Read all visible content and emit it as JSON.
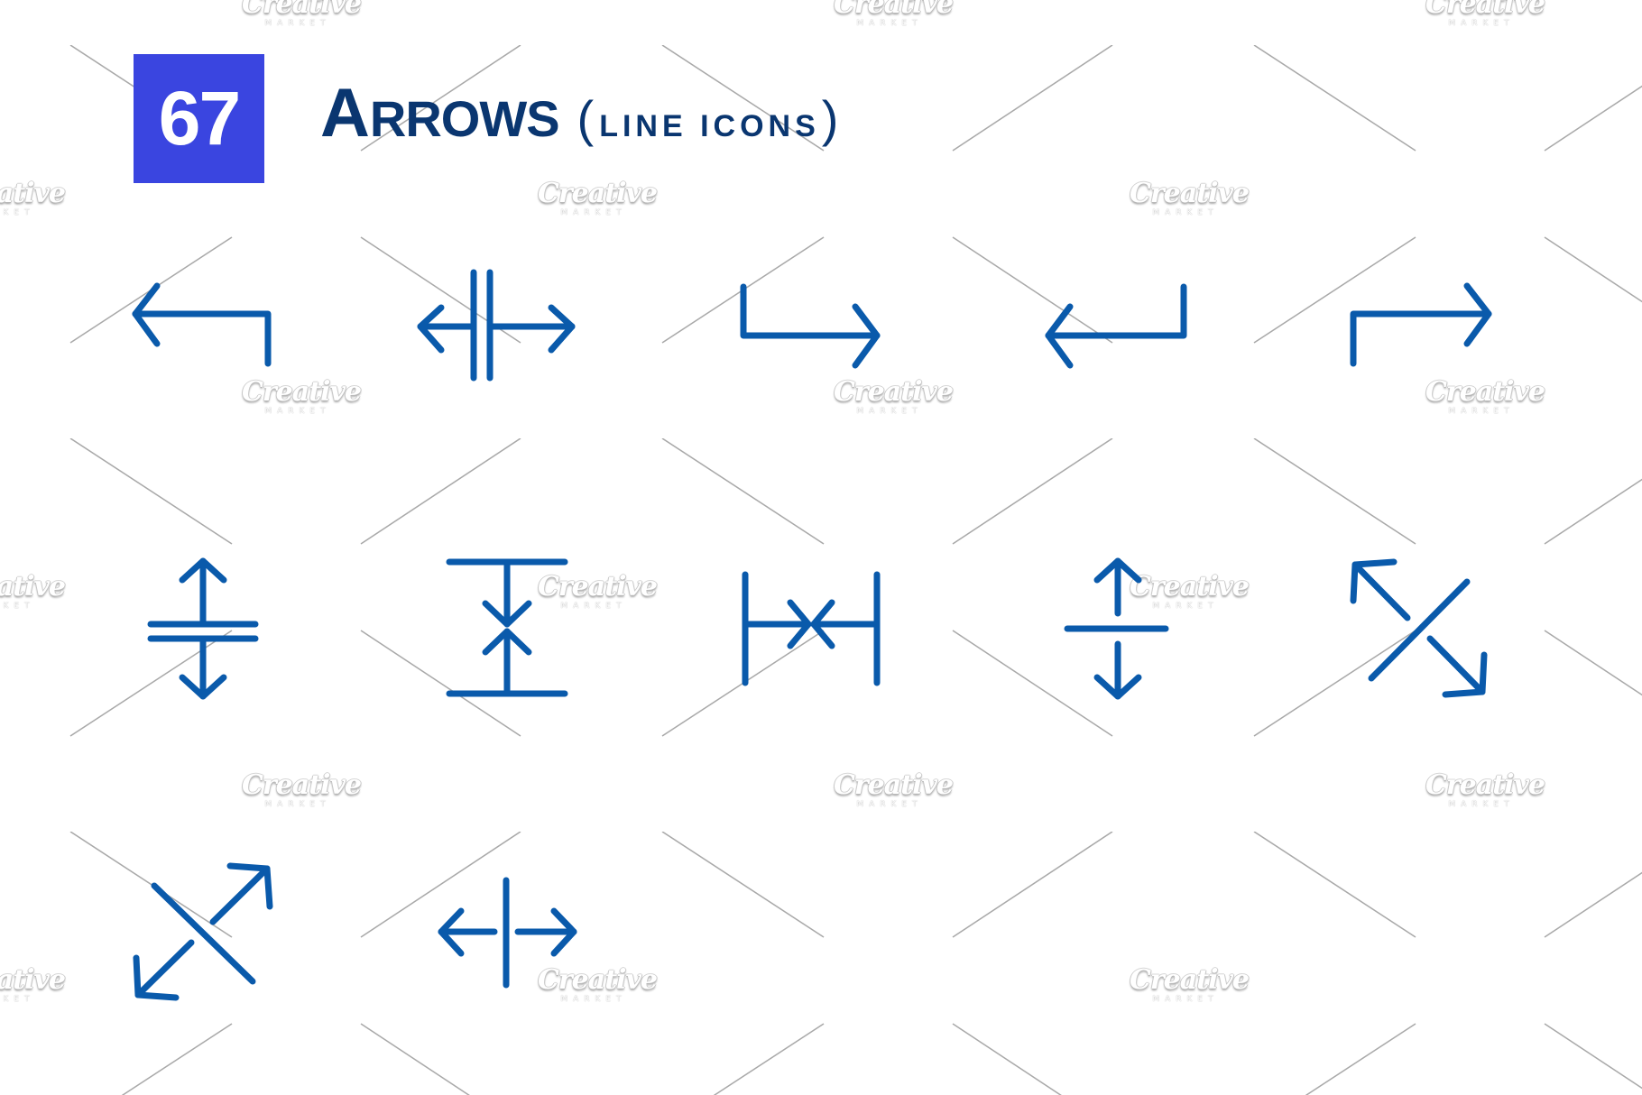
{
  "header": {
    "count": "67",
    "title_first": "A",
    "title_rest": "RROWS",
    "paren_open": "(",
    "subtitle": "LINE ICONS",
    "paren_close": ")"
  },
  "colors": {
    "badge": "#3a45e0",
    "title": "#0a3670",
    "icon_stroke": "#0a5aab",
    "pattern_line": "#a9a9a9",
    "background": "#ffffff"
  },
  "watermark": {
    "main": "Creative",
    "sub": "MARKET"
  },
  "icons": [
    {
      "name": "arrow-turn-up-left-icon",
      "row": 1,
      "col": 1
    },
    {
      "name": "arrows-split-horizontal-double-bar-icon",
      "row": 1,
      "col": 2
    },
    {
      "name": "arrow-turn-down-right-icon",
      "row": 1,
      "col": 3
    },
    {
      "name": "arrow-return-left-icon",
      "row": 1,
      "col": 4
    },
    {
      "name": "arrow-turn-up-right-icon",
      "row": 1,
      "col": 5
    },
    {
      "name": "arrows-split-vertical-double-bar-icon",
      "row": 2,
      "col": 1
    },
    {
      "name": "arrows-merge-vertical-icon",
      "row": 2,
      "col": 2
    },
    {
      "name": "arrows-merge-horizontal-icon",
      "row": 2,
      "col": 3
    },
    {
      "name": "arrows-split-vertical-single-bar-icon",
      "row": 2,
      "col": 4
    },
    {
      "name": "arrows-diagonal-nw-se-icon",
      "row": 2,
      "col": 5
    },
    {
      "name": "arrows-diagonal-ne-sw-icon",
      "row": 3,
      "col": 1
    },
    {
      "name": "arrows-split-horizontal-single-bar-icon",
      "row": 3,
      "col": 2
    }
  ]
}
